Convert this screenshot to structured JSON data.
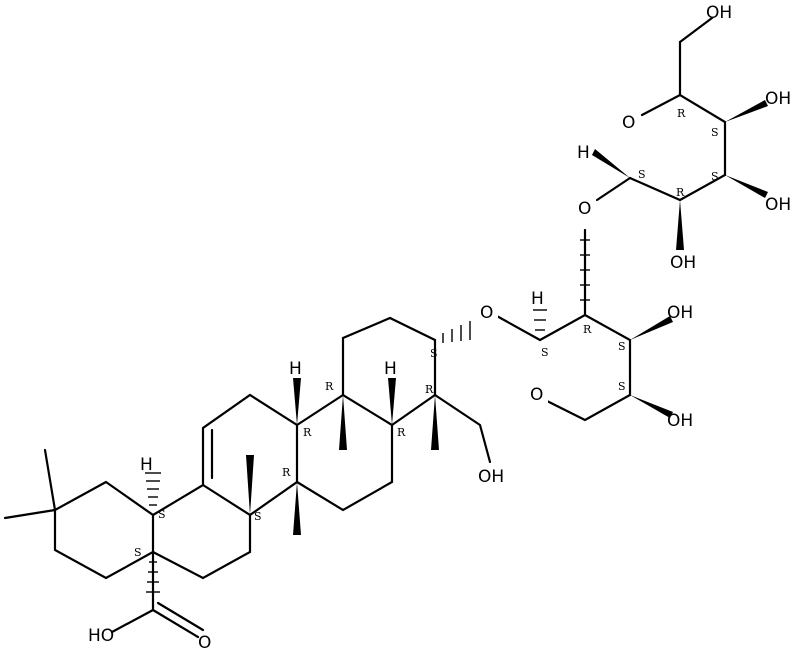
{
  "molecule": {
    "atoms": {
      "oh": "OH",
      "ho": "HO",
      "o": "O",
      "h": "H"
    },
    "stereo": {
      "r": "R",
      "s": "S"
    }
  }
}
